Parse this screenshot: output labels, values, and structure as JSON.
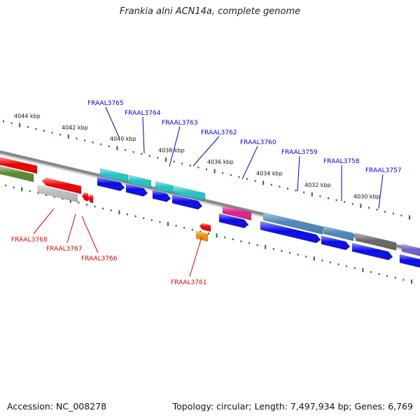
{
  "title": "Frankia alni ACN14a, complete genome",
  "footer": {
    "accession": "Accession: NC_008278",
    "topology": "Topology: circular; Length: 7,497,934 bp; Genes: 6,769"
  },
  "scale_labels": [
    "4044 kbp",
    "4042 kbp",
    "4040 kbp",
    "4038 kbp",
    "4036 kbp",
    "4034 kbp",
    "4032 kbp",
    "4030 kbp"
  ],
  "genes_top": [
    "FRAAL3765",
    "FRAAL3764",
    "FRAAL3763",
    "FRAAL3762",
    "FRAAL3760",
    "FRAAL3759",
    "FRAAL3758",
    "FRAAL3757"
  ],
  "genes_bottom": [
    "FRAAL3768",
    "FRAAL3767",
    "FRAAL3766",
    "FRAAL3761"
  ],
  "colors": {
    "top_label": "#0000cc",
    "bottom_label": "#dd0000",
    "tick": "#1a7a1a",
    "backbone": "#888888",
    "blue": "#0a0ae8",
    "cyan": "#22c4c4",
    "red": "#ee0000",
    "magenta": "#e0208a",
    "steel": "#4a86b8",
    "grey": "#666666",
    "olive": "#5a8a2a",
    "silver": "#bbbbbb",
    "orange": "#f09010",
    "violet": "#7060d0"
  }
}
